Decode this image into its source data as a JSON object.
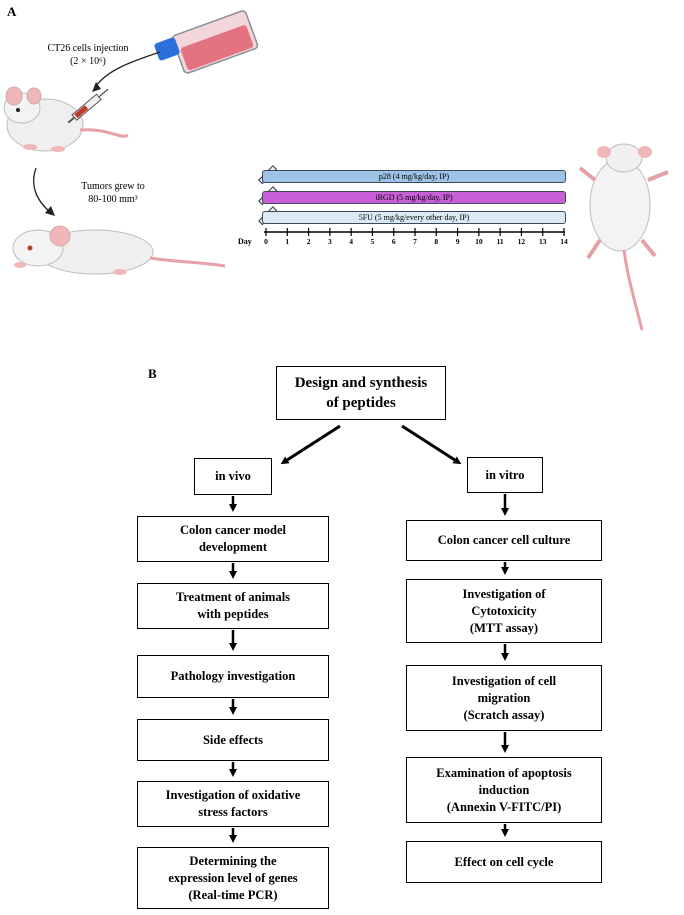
{
  "panel_a": {
    "label": "A",
    "injection_note": "CT26 cells injection\n(2 × 10⁶)",
    "tumor_note": "Tumors grew to\n80-100 mm³",
    "day_label": "Day",
    "days": [
      "0",
      "1",
      "2",
      "3",
      "4",
      "5",
      "6",
      "7",
      "8",
      "9",
      "10",
      "11",
      "12",
      "13",
      "14"
    ],
    "treatments": [
      {
        "label": "p28 (4 mg/kg/day, IP)",
        "color": "#9dc3e6"
      },
      {
        "label": "iRGD (5 mg/kg/day, IP)",
        "color": "#c95fd6"
      },
      {
        "label": "5FU (5 mg/kg/every other day, IP)",
        "color": "#dbe9f5"
      }
    ]
  },
  "panel_b": {
    "label": "B",
    "title": "Design and synthesis\nof peptides",
    "in_vivo": {
      "header": "in vivo",
      "steps": [
        "Colon cancer model\ndevelopment",
        "Treatment of animals\nwith peptides",
        "Pathology investigation",
        "Side effects",
        "Investigation of oxidative\nstress factors",
        "Determining the\nexpression level of genes\n(Real-time PCR)"
      ]
    },
    "in_vitro": {
      "header": "in vitro",
      "steps": [
        "Colon cancer cell culture",
        "Investigation of\nCytotoxicity\n(MTT assay)",
        "Investigation of cell\nmigration\n(Scratch assay)",
        "Examination of apoptosis\ninduction\n(Annexin V-FITC/PI)",
        "Effect on cell cycle"
      ]
    }
  }
}
